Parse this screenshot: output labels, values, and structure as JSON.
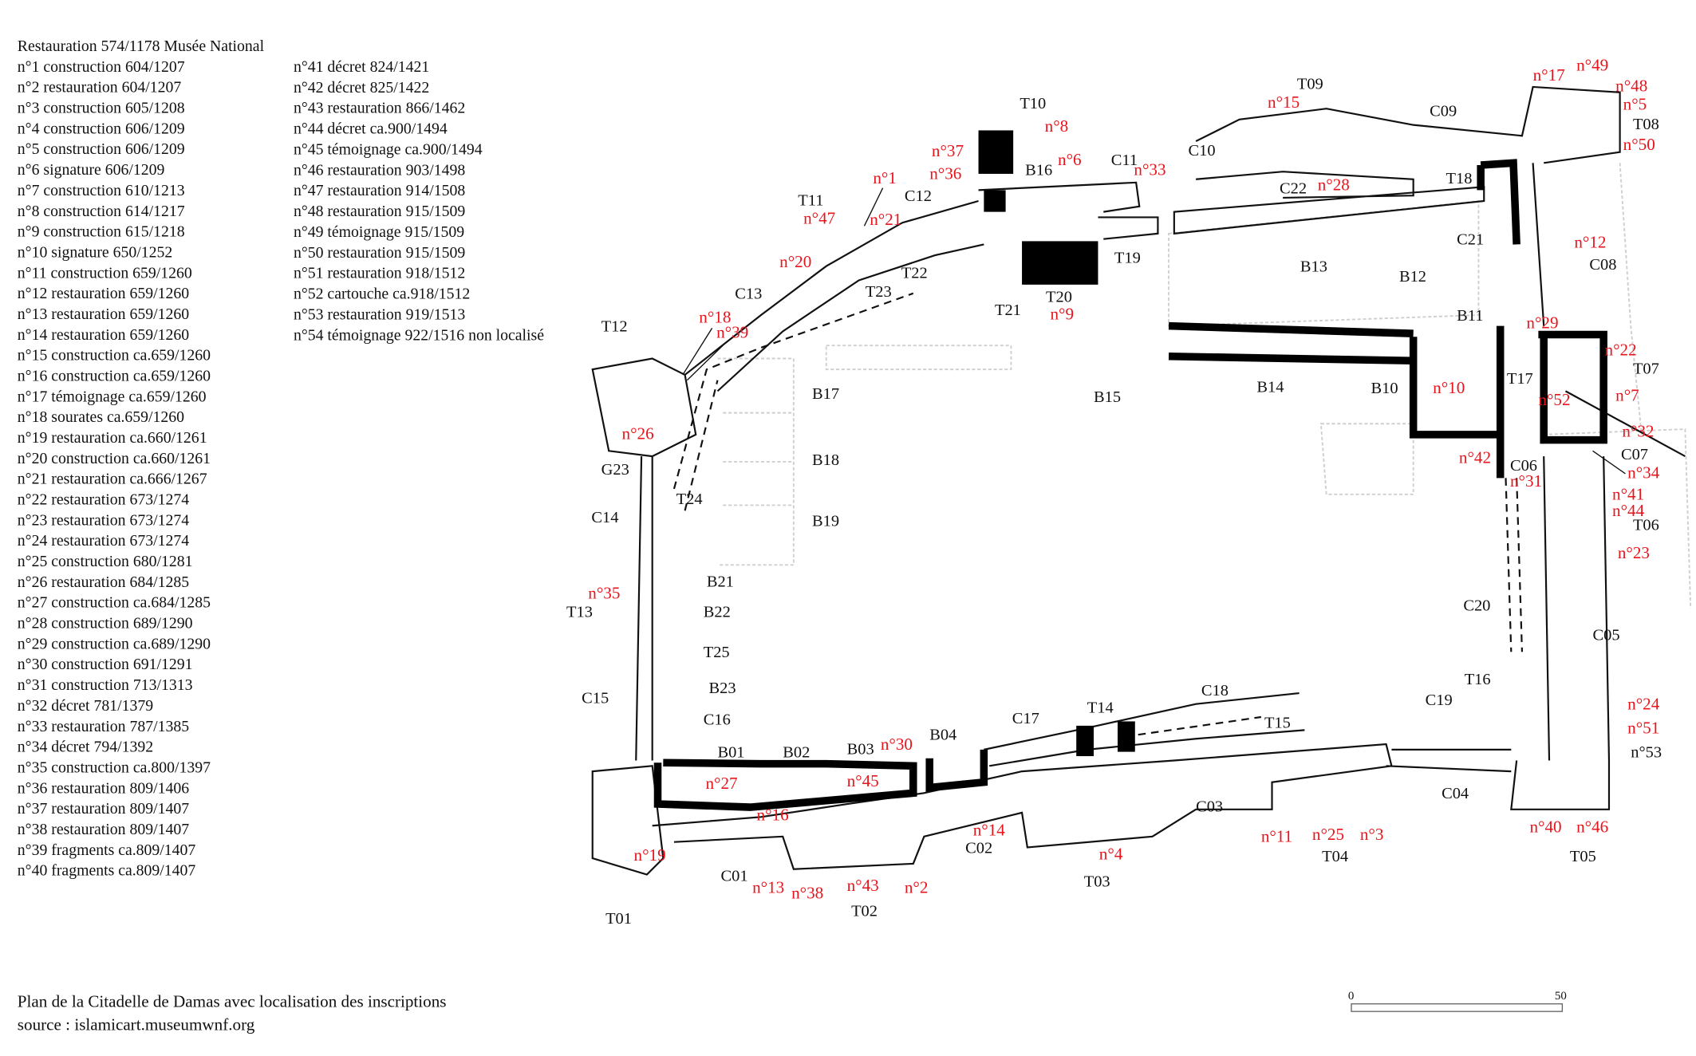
{
  "legend": {
    "title": "Restauration 574/1178 Musée National",
    "column1": [
      "n°1 construction 604/1207",
      "n°2 restauration 604/1207",
      "n°3 construction 605/1208",
      "n°4 construction 606/1209",
      "n°5 construction 606/1209",
      "n°6 signature 606/1209",
      "n°7 construction 610/1213",
      "n°8 construction 614/1217",
      "n°9 construction 615/1218",
      "n°10 signature 650/1252",
      "n°11 construction 659/1260",
      "n°12 restauration 659/1260",
      "n°13 restauration 659/1260",
      "n°14 restauration 659/1260",
      "n°15 construction ca.659/1260",
      "n°16 construction ca.659/1260",
      "n°17 témoignage ca.659/1260",
      "n°18 sourates ca.659/1260",
      "n°19 restauration ca.660/1261",
      "n°20 construction ca.660/1261",
      "n°21 restauration ca.666/1267",
      "n°22 restauration 673/1274",
      "n°23 restauration 673/1274",
      "n°24 restauration 673/1274",
      "n°25 construction 680/1281",
      "n°26 restauration 684/1285",
      "n°27 construction ca.684/1285",
      "n°28 construction 689/1290",
      "n°29 construction ca.689/1290",
      "n°30 construction 691/1291",
      "n°31 construction 713/1313",
      "n°32 décret 781/1379",
      "n°33 restauration 787/1385",
      "n°34 décret 794/1392",
      "n°35 construction ca.800/1397",
      "n°36 restauration 809/1406",
      "n°37 restauration 809/1407",
      "n°38 restauration 809/1407",
      "n°39 fragments ca.809/1407",
      "n°40 fragments ca.809/1407"
    ],
    "column2": [
      "n°41 décret 824/1421",
      "n°42 décret 825/1422",
      "n°43 restauration 866/1462",
      "n°44 décret ca.900/1494",
      "n°45 témoignage ca.900/1494",
      "n°46 restauration 903/1498",
      "n°47 restauration 914/1508",
      "n°48 restauration 915/1509",
      "n°49 témoignage 915/1509",
      "n°50 restauration 915/1509",
      "n°51 restauration 918/1512",
      "n°52 cartouche ca.918/1512",
      "n°53 restauration 919/1513",
      "n°54 témoignage 922/1516 non localisé"
    ]
  },
  "map": {
    "structure_labels": [
      "T10",
      "B16",
      "C11",
      "C12",
      "T11",
      "T22",
      "T23",
      "C13",
      "T12",
      "T21",
      "T20",
      "T19",
      "B15",
      "B17",
      "B18",
      "B19",
      "G23",
      "T24",
      "C14",
      "B21",
      "B22",
      "T25",
      "T13",
      "B23",
      "C15",
      "C16",
      "B01",
      "B02",
      "B03",
      "B04",
      "C17",
      "T14",
      "C18",
      "T15",
      "C19",
      "T16",
      "C20",
      "C05",
      "C01",
      "T01",
      "T02",
      "C02",
      "T03",
      "C03",
      "T04",
      "C04",
      "T05",
      "n°53",
      "T09",
      "C10",
      "C09",
      "C22",
      "T18",
      "T08",
      "C21",
      "C08",
      "B13",
      "B12",
      "B11",
      "T07",
      "B14",
      "B10",
      "T17",
      "C07",
      "C06",
      "T06"
    ],
    "inscription_markers": [
      "n°8",
      "n°37",
      "n°36",
      "n°6",
      "n°33",
      "n°1",
      "n°47",
      "n°21",
      "n°20",
      "n°18",
      "n°39",
      "n°9",
      "n°26",
      "n°35",
      "n°27",
      "n°45",
      "n°30",
      "n°16",
      "n°19",
      "n°13",
      "n°38",
      "n°43",
      "n°2",
      "n°14",
      "n°4",
      "n°11",
      "n°25",
      "n°3",
      "n°40",
      "n°46",
      "n°24",
      "n°51",
      "n°15",
      "n°28",
      "n°17",
      "n°49",
      "n°48",
      "n°5",
      "n°50",
      "n°12",
      "n°29",
      "n°22",
      "n°10",
      "n°52",
      "n°7",
      "n°32",
      "n°42",
      "n°31",
      "n°34",
      "n°41",
      "n°44",
      "n°23"
    ],
    "marker_color": "#e8141c",
    "scale_bar": {
      "start_label": "0",
      "end_label": "50"
    }
  },
  "footer": {
    "caption": "Plan de la Citadelle de Damas avec localisation des inscriptions",
    "source": "source : islamicart.museumwnf.org"
  }
}
